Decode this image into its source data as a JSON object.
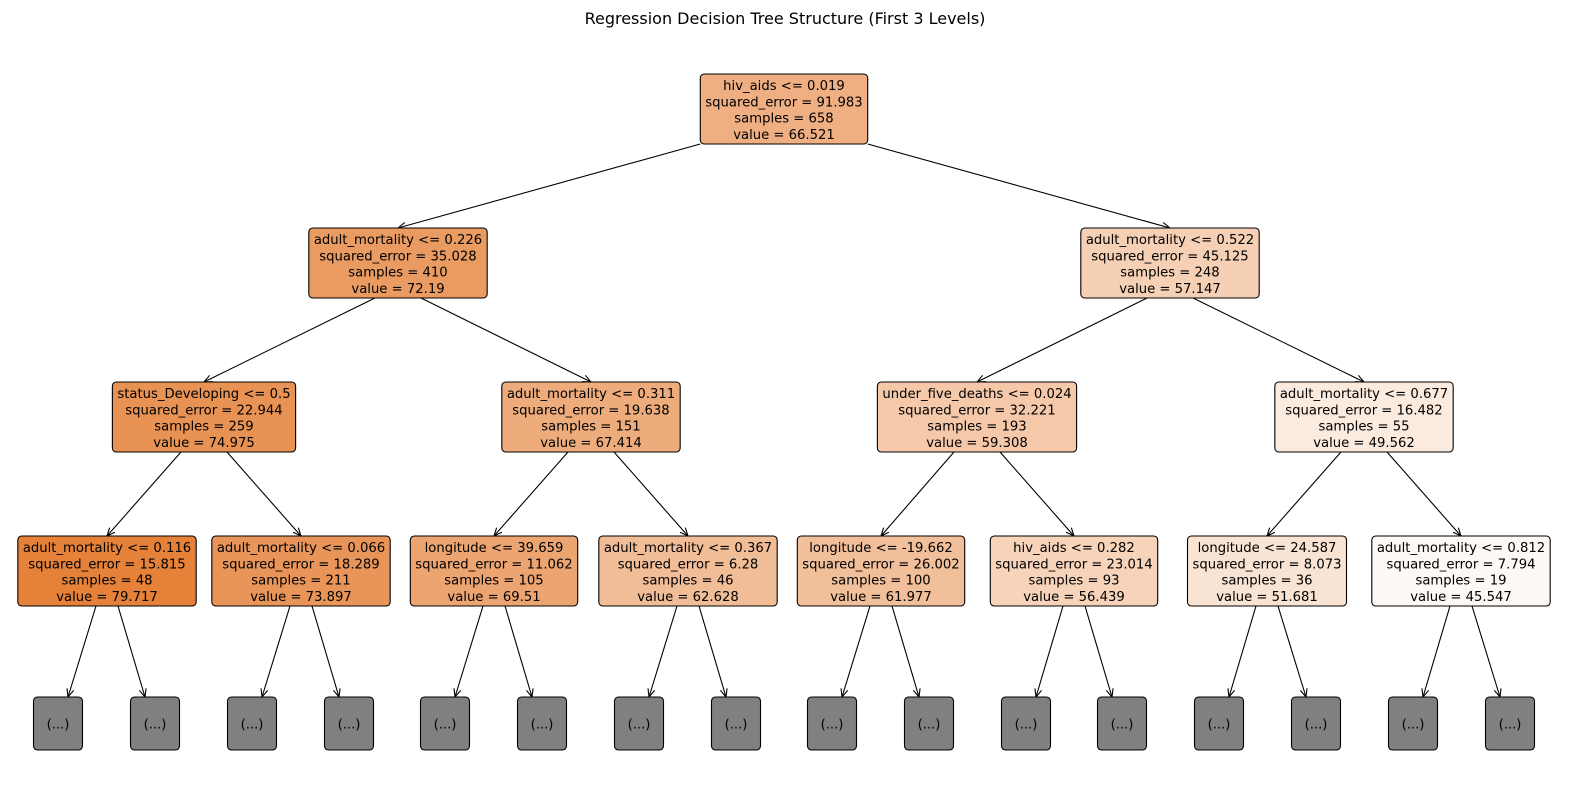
{
  "title": "Regression Decision Tree Structure (First 3 Levels)",
  "truncated_label": "(...)",
  "colors": {
    "max_value": "#e58139",
    "min_value": "#ffffff",
    "truncated_fill": "#808080",
    "edge": "#000000"
  },
  "nodes": [
    {
      "id": "n0",
      "depth": 0,
      "lines": [
        "hiv_aids <= 0.019",
        "squared_error = 91.983",
        "samples = 658",
        "value = 66.521"
      ],
      "value": 66.521
    },
    {
      "id": "n1",
      "depth": 1,
      "parent": "n0",
      "lines": [
        "adult_mortality <= 0.226",
        "squared_error = 35.028",
        "samples = 410",
        "value = 72.19"
      ],
      "value": 72.19
    },
    {
      "id": "n2",
      "depth": 1,
      "parent": "n0",
      "lines": [
        "adult_mortality <= 0.522",
        "squared_error = 45.125",
        "samples = 248",
        "value = 57.147"
      ],
      "value": 57.147
    },
    {
      "id": "n3",
      "depth": 2,
      "parent": "n1",
      "lines": [
        "status_Developing <= 0.5",
        "squared_error = 22.944",
        "samples = 259",
        "value = 74.975"
      ],
      "value": 74.975
    },
    {
      "id": "n4",
      "depth": 2,
      "parent": "n1",
      "lines": [
        "adult_mortality <= 0.311",
        "squared_error = 19.638",
        "samples = 151",
        "value = 67.414"
      ],
      "value": 67.414
    },
    {
      "id": "n5",
      "depth": 2,
      "parent": "n2",
      "lines": [
        "under_five_deaths <= 0.024",
        "squared_error = 32.221",
        "samples = 193",
        "value = 59.308"
      ],
      "value": 59.308
    },
    {
      "id": "n6",
      "depth": 2,
      "parent": "n2",
      "lines": [
        "adult_mortality <= 0.677",
        "squared_error = 16.482",
        "samples = 55",
        "value = 49.562"
      ],
      "value": 49.562
    },
    {
      "id": "n7",
      "depth": 3,
      "parent": "n3",
      "lines": [
        "adult_mortality <= 0.116",
        "squared_error = 15.815",
        "samples = 48",
        "value = 79.717"
      ],
      "value": 79.717
    },
    {
      "id": "n8",
      "depth": 3,
      "parent": "n3",
      "lines": [
        "adult_mortality <= 0.066",
        "squared_error = 18.289",
        "samples = 211",
        "value = 73.897"
      ],
      "value": 73.897
    },
    {
      "id": "n9",
      "depth": 3,
      "parent": "n4",
      "lines": [
        "longitude <= 39.659",
        "squared_error = 11.062",
        "samples = 105",
        "value = 69.51"
      ],
      "value": 69.51
    },
    {
      "id": "n10",
      "depth": 3,
      "parent": "n4",
      "lines": [
        "adult_mortality <= 0.367",
        "squared_error = 6.28",
        "samples = 46",
        "value = 62.628"
      ],
      "value": 62.628
    },
    {
      "id": "n11",
      "depth": 3,
      "parent": "n5",
      "lines": [
        "longitude <= -19.662",
        "squared_error = 26.002",
        "samples = 100",
        "value = 61.977"
      ],
      "value": 61.977
    },
    {
      "id": "n12",
      "depth": 3,
      "parent": "n5",
      "lines": [
        "hiv_aids <= 0.282",
        "squared_error = 23.014",
        "samples = 93",
        "value = 56.439"
      ],
      "value": 56.439
    },
    {
      "id": "n13",
      "depth": 3,
      "parent": "n6",
      "lines": [
        "longitude <= 24.587",
        "squared_error = 8.073",
        "samples = 36",
        "value = 51.681"
      ],
      "value": 51.681
    },
    {
      "id": "n14",
      "depth": 3,
      "parent": "n6",
      "lines": [
        "adult_mortality <= 0.812",
        "squared_error = 7.794",
        "samples = 19",
        "value = 45.547"
      ],
      "value": 45.547
    }
  ]
}
